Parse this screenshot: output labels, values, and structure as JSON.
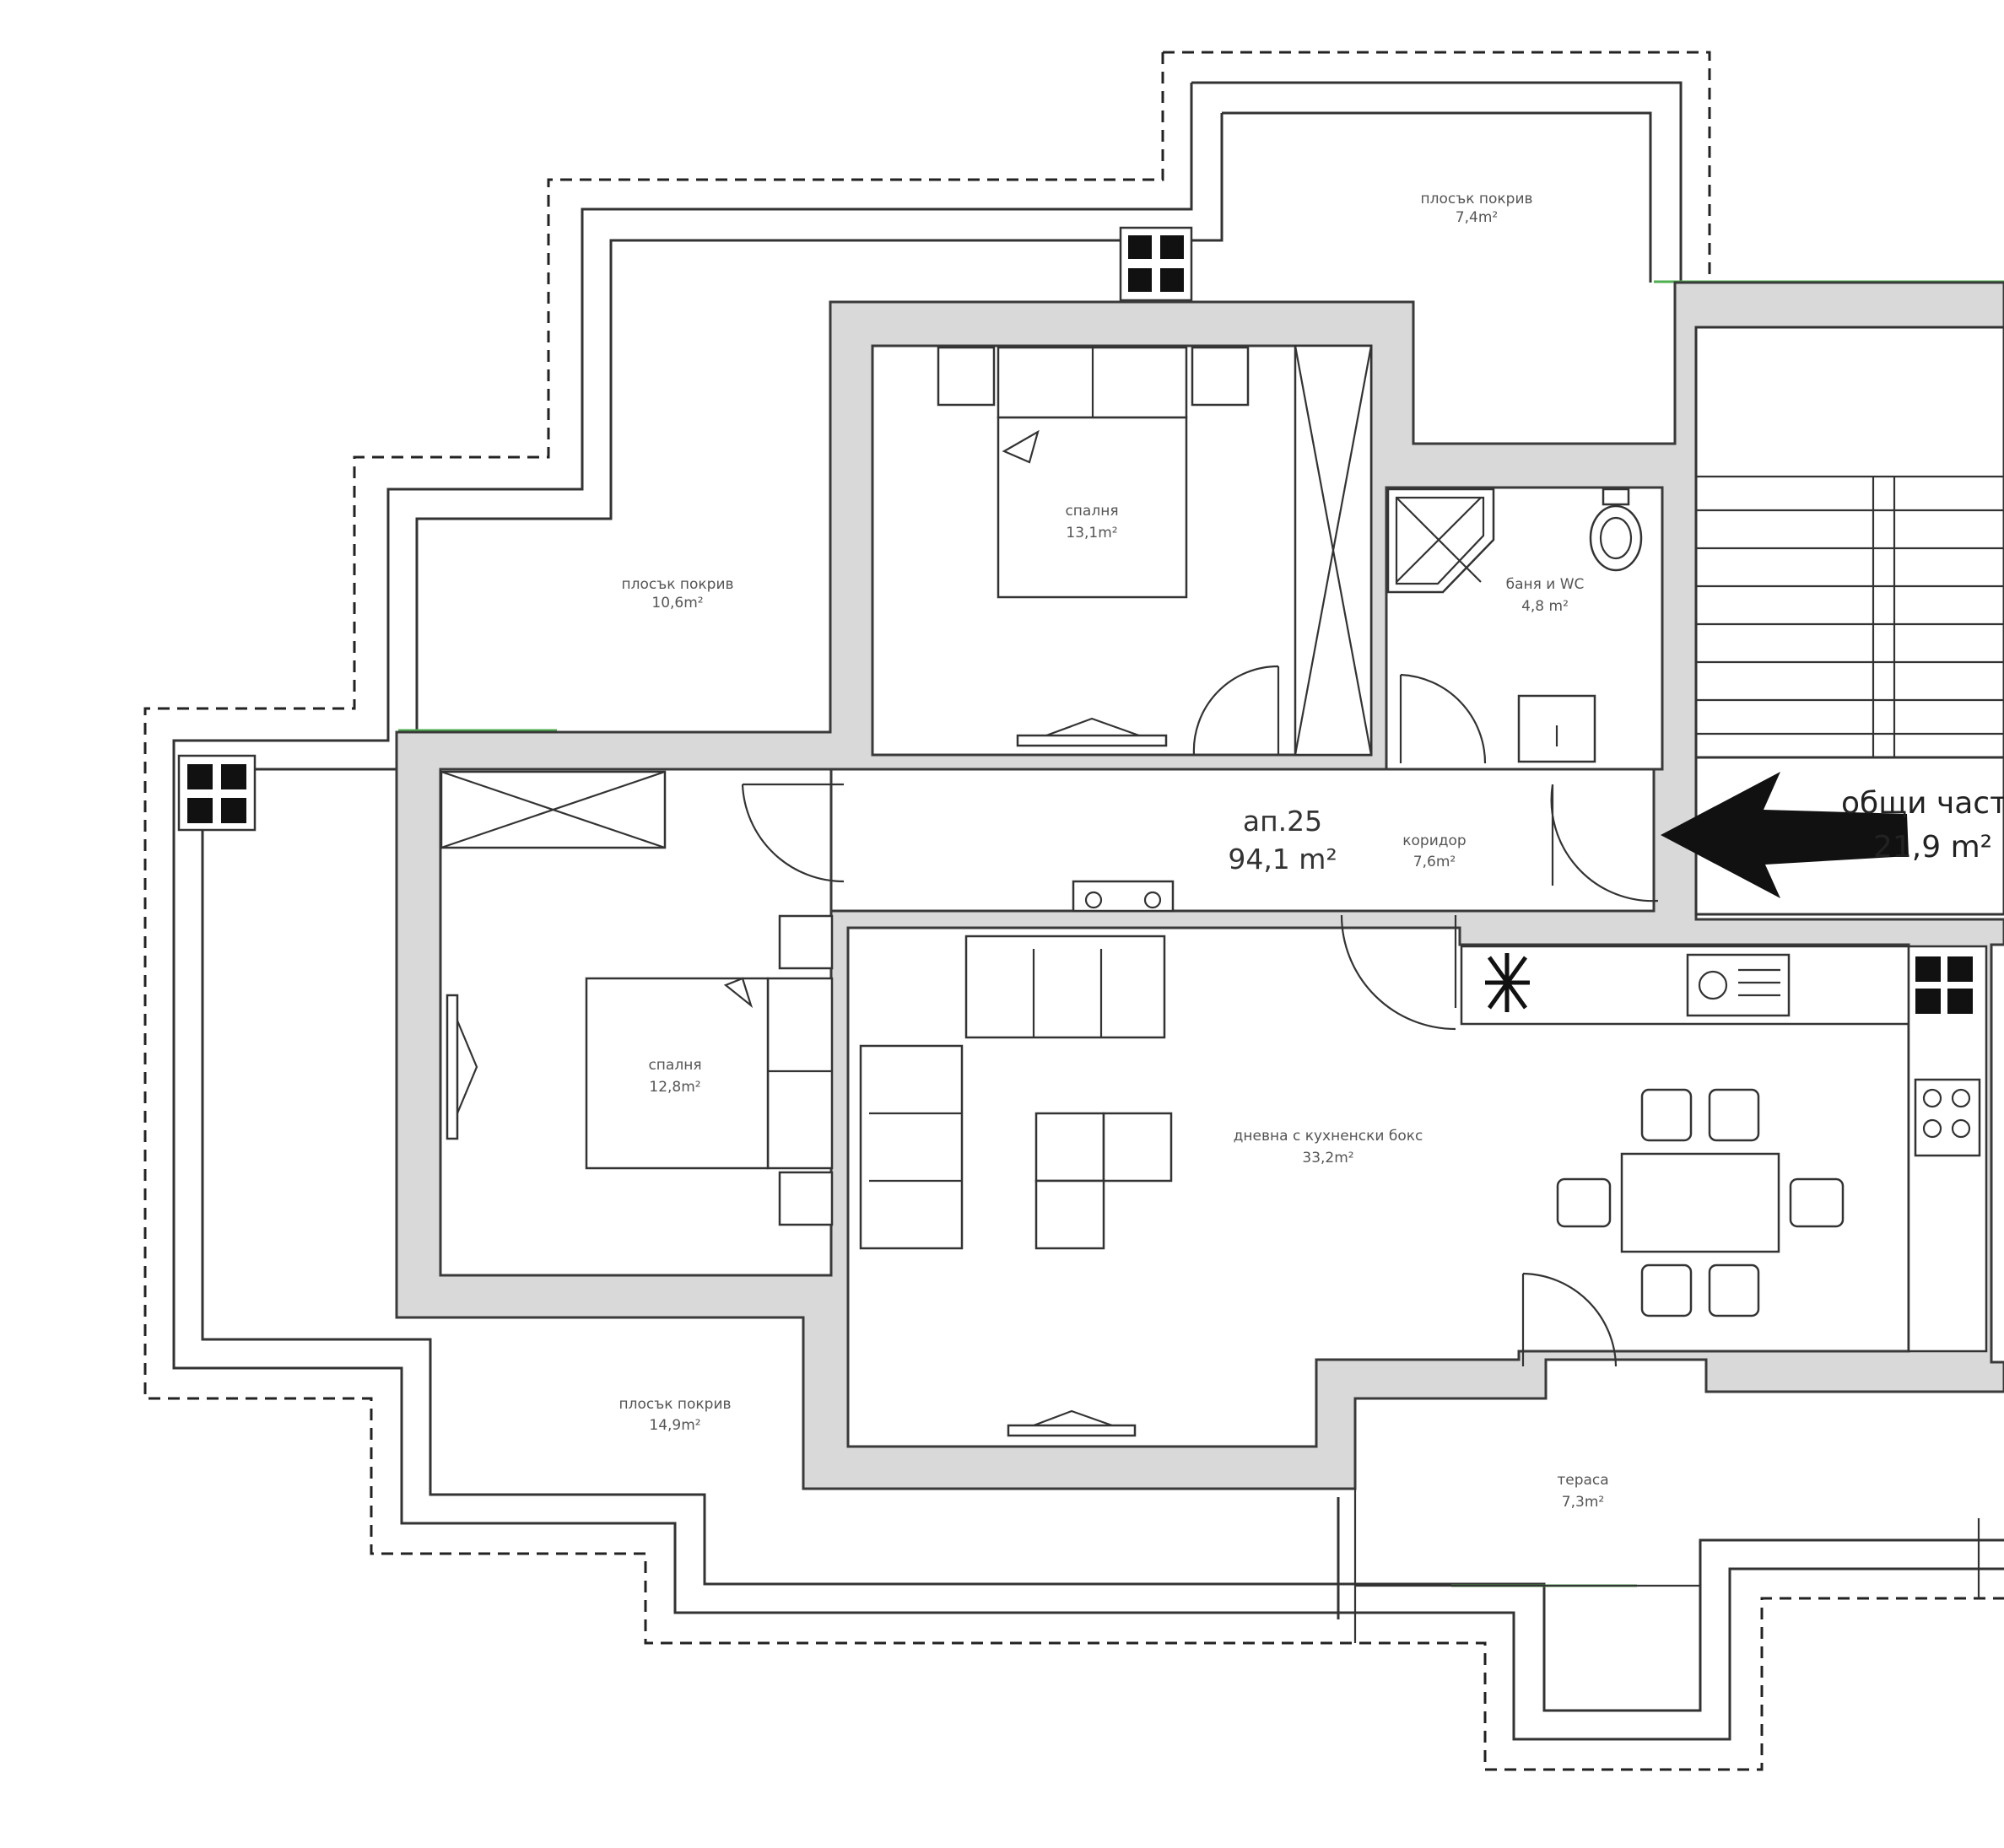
{
  "apartment": {
    "number": "ап.25",
    "area": "94,1 m²"
  },
  "rooms": {
    "roof_top": {
      "name": "плосък покрив",
      "area": "7,4m²"
    },
    "roof_left": {
      "name": "плосък покрив",
      "area": "10,6m²"
    },
    "roof_bottom": {
      "name": "плосък покрив",
      "area": "14,9m²"
    },
    "bedroom_top": {
      "name": "спалня",
      "area": "13,1m²"
    },
    "bath": {
      "name": "баня и WC",
      "area": "4,8 m²"
    },
    "corridor": {
      "name": "коридор",
      "area": "7,6m²"
    },
    "bedroom_left": {
      "name": "спалня",
      "area": "12,8m²"
    },
    "living": {
      "name": "дневна с кухненски бокс",
      "area": "33,2m²"
    },
    "terrace": {
      "name": "тераса",
      "area": "7,3m²"
    }
  },
  "common_parts": {
    "label": "общи част",
    "area": "21,9 m²"
  },
  "colors": {
    "wall": "#d9d9d9",
    "line": "#333333",
    "accent_green": "#4fae4f"
  }
}
